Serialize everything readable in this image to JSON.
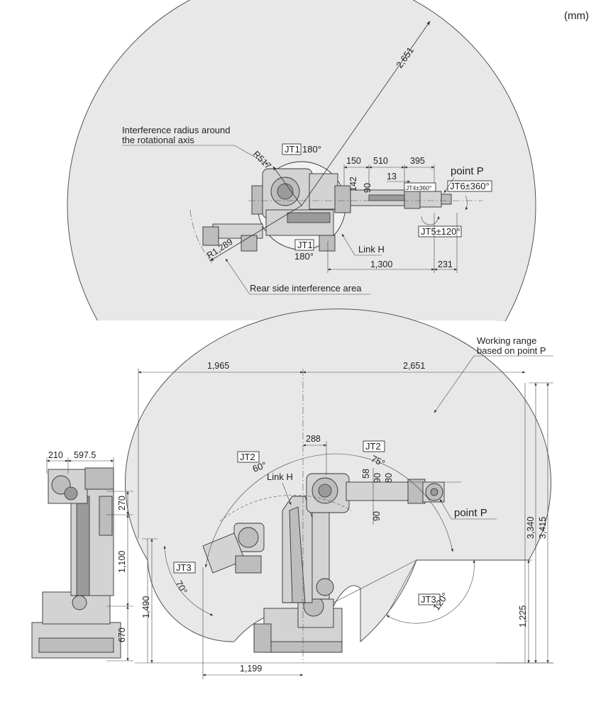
{
  "unit": "(mm)",
  "top_view": {
    "callout_interference_line1": "Interference radius around",
    "callout_interference_line2": "the rotational axis",
    "radius_inner": "R517",
    "radius_working": "2,651",
    "radius_rear": "R1,289",
    "jt1_label": "JT1",
    "jt1_top_angle": "180°",
    "jt1_bottom_angle": "180°",
    "dim_150": "150",
    "dim_510": "510",
    "dim_395": "395",
    "dim_13": "13",
    "dim_142": "142",
    "dim_90": "90",
    "jt4": "JT4±360°",
    "jt6": "JT6±360°",
    "jt5": "JT5±120°",
    "point_p": "point P",
    "link_h": "Link H",
    "dim_1300": "1,300",
    "dim_231": "231",
    "rear_area": "Rear side interference area"
  },
  "side_view": {
    "working_range_line1": "Working range",
    "working_range_line2": "based on point P",
    "dim_1965": "1,965",
    "dim_2651": "2,651",
    "dim_288": "288",
    "jt2_label": "JT2",
    "jt2_rear_angle": "60°",
    "jt2_front_angle": "75°",
    "link_h": "Link H",
    "dim_58": "58",
    "dim_90a": "90",
    "dim_80": "80",
    "dim_90b": "90",
    "point_p": "point P",
    "dim_3340": "3,340",
    "dim_3415": "3,415",
    "jt3_label": "JT3",
    "jt3_left_angle": "70°",
    "jt3_right_angle": "120°",
    "dim_1490": "1,490",
    "dim_1225": "1,225",
    "dim_1199": "1,199"
  },
  "front_view": {
    "dim_210": "210",
    "dim_5975": "597.5",
    "dim_270": "270",
    "dim_1100": "1,100",
    "dim_670": "670"
  }
}
